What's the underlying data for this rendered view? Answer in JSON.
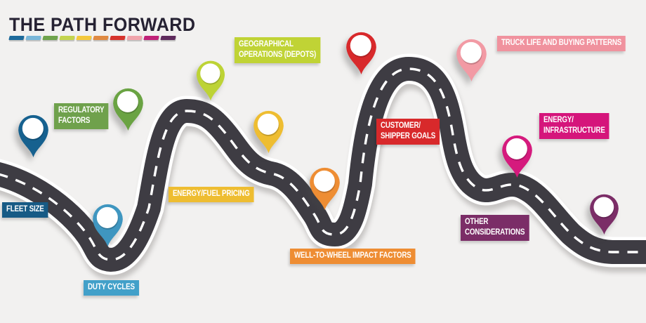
{
  "header": {
    "title": "THE PATH FORWARD",
    "underline_colors": [
      "#1d6a9b",
      "#79b7d9",
      "#6fa34c",
      "#c3d44f",
      "#f4c93c",
      "#e08a42",
      "#d6332c",
      "#f0a4ab",
      "#c02278",
      "#5e2a5c"
    ]
  },
  "road": {
    "asphalt_color": "#3e3c43",
    "casing_color": "#ffffff",
    "centerline_color": "#ffffff",
    "shadow_color": "#56514f"
  },
  "waypoints": [
    {
      "id": "fleet-size",
      "icon": "map-pin",
      "pin_color": "#16618f",
      "label_bg": "#175a85",
      "lines": [
        "FLEET SIZE"
      ]
    },
    {
      "id": "regulatory-factors",
      "icon": "map-pin",
      "pin_color": "#6aa343",
      "label_bg": "#6fa14c",
      "lines": [
        "REGULATORY",
        "FACTORS"
      ]
    },
    {
      "id": "duty-cycles",
      "icon": "map-pin",
      "pin_color": "#3f96c0",
      "label_bg": "#42a0c9",
      "lines": [
        "DUTY CYCLES"
      ]
    },
    {
      "id": "energy-fuel-pricing",
      "icon": "map-pin",
      "pin_color": "#eebd31",
      "label_bg": "#eebd31",
      "lines": [
        "ENERGY/FUEL PRICING"
      ]
    },
    {
      "id": "geographical-operations",
      "icon": "map-pin",
      "pin_color": "#bdd335",
      "label_bg": "#c0d335",
      "lines": [
        "GEOGRAPHICAL",
        "OPERATIONS (DEPOTS)"
      ]
    },
    {
      "id": "well-to-wheel-impact",
      "icon": "map-pin",
      "pin_color": "#ee8d33",
      "label_bg": "#ee8d33",
      "lines": [
        "WELL-TO-WHEEL IMPACT FACTORS"
      ]
    },
    {
      "id": "customer-shipper-goals",
      "icon": "map-pin",
      "pin_color": "#d8292b",
      "label_bg": "#d8292b",
      "lines": [
        "CUSTOMER/",
        "SHIPPER GOALS"
      ]
    },
    {
      "id": "truck-life-buying-patterns",
      "icon": "map-pin",
      "pin_color": "#f29aa4",
      "label_bg": "#f0929e",
      "lines": [
        "TRUCK LIFE AND BUYING PATTERNS"
      ]
    },
    {
      "id": "energy-infrastructure",
      "icon": "map-pin",
      "pin_color": "#d51a7d",
      "label_bg": "#d5157b",
      "lines": [
        "ENERGY/",
        "INFRASTRUCTURE"
      ]
    },
    {
      "id": "other-considerations",
      "icon": "map-pin",
      "pin_color": "#7b2d67",
      "label_bg": "#7b2d67",
      "lines": [
        "OTHER",
        "CONSIDERATIONS"
      ]
    }
  ]
}
